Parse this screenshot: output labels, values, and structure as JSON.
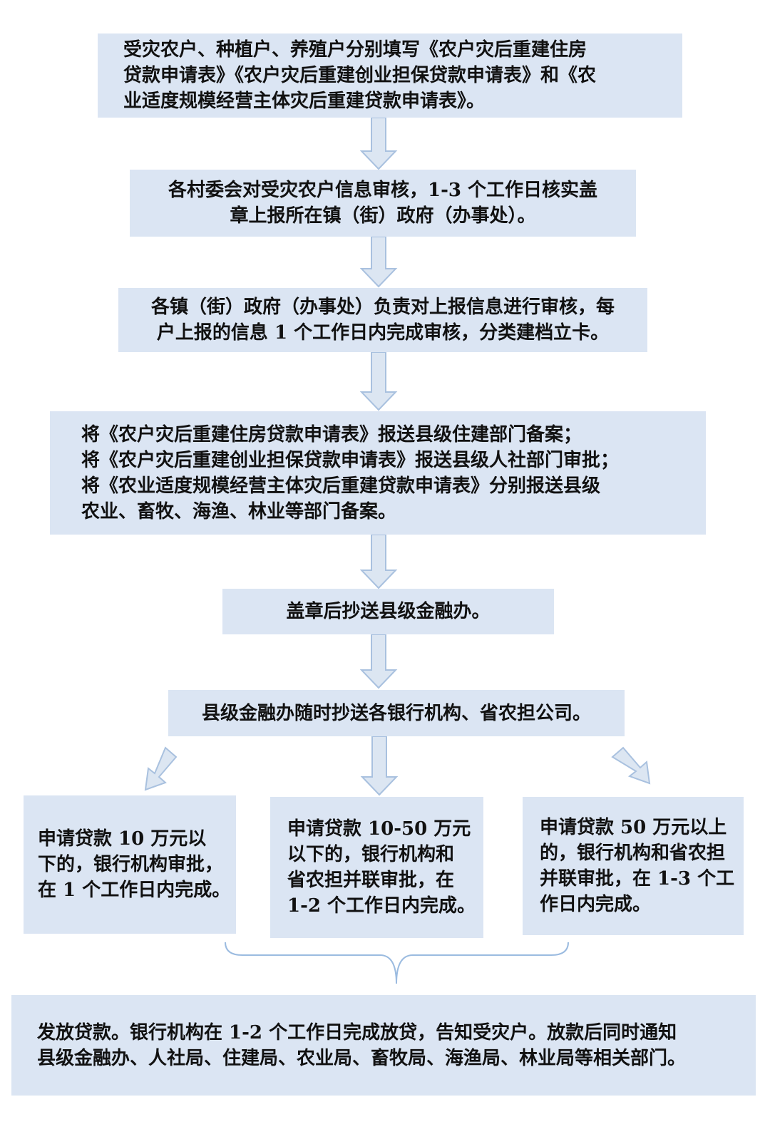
{
  "steps": {
    "s1": [
      "受灾农户、种植户、养殖户分别填写《农户灾后重建住房",
      "贷款申请表》《农户灾后重建创业担保贷款申请表》和《农",
      "业适度规模经营主体灾后重建贷款申请表》。"
    ],
    "s2": [
      "各村委会对受灾农户信息审核，1-3 个工作日核实盖",
      "章上报所在镇（街）政府（办事处）。"
    ],
    "s3": [
      "各镇（街）政府（办事处）负责对上报信息进行审核，每",
      "户上报的信息 1 个工作日内完成审核，分类建档立卡。"
    ],
    "s4": [
      "将《农户灾后重建住房贷款申请表》报送县级住建部门备案；",
      "将《农户灾后重建创业担保贷款申请表》报送县级人社部门审批；",
      "将《农业适度规模经营主体灾后重建贷款申请表》分别报送县级",
      "农业、畜牧、海渔、林业等部门备案。"
    ],
    "s5": [
      "盖章后抄送县级金融办。"
    ],
    "s6": [
      "县级金融办随时抄送各银行机构、省农担公司。"
    ],
    "b1": [
      "申请贷款 10 万元以",
      "下的，银行机构审批，",
      "在 1 个工作日内完成。"
    ],
    "b2": [
      "申请贷款 10-50 万元",
      "以下的，银行机构和",
      "省农担并联审批，在",
      "1-2 个工作日内完成。"
    ],
    "b3": [
      "申请贷款 50 万元以上",
      "的，银行机构和省农担",
      "并联审批，在 1-3 个工",
      "作日内完成。"
    ],
    "s7": [
      "发放贷款。银行机构在 1-2 个工作日完成放贷，告知受灾户。放款后同时通知",
      "县级金融办、人社局、住建局、农业局、畜牧局、海渔局、林业局等相关部门。"
    ]
  },
  "colors": {
    "box_fill": "#dbe5f3",
    "arrow_fill": "#dce6f2",
    "arrow_stroke": "#a9c1df",
    "brace": "#9bbbe0"
  }
}
